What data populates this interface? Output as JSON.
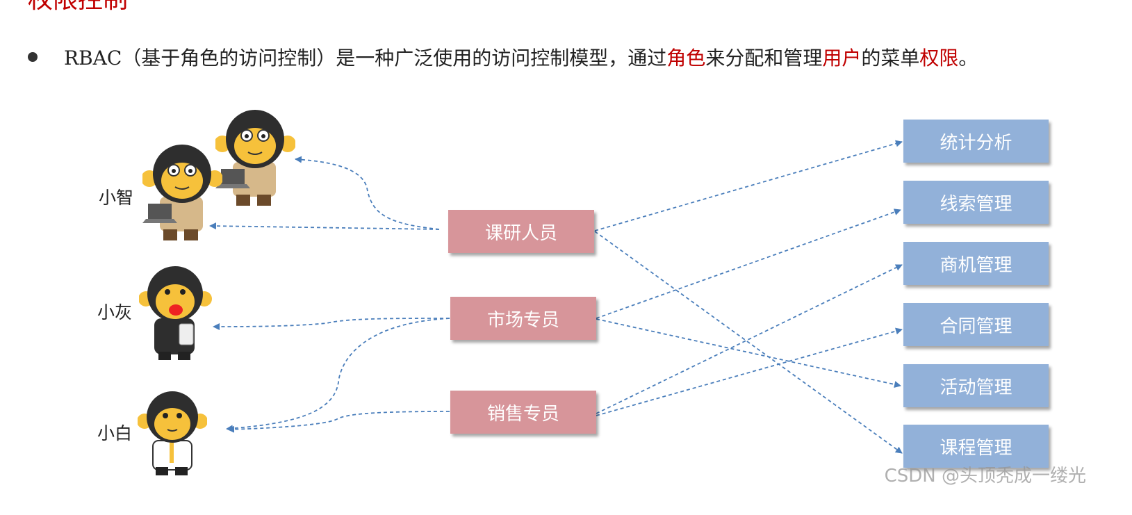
{
  "title": "权限控制",
  "intro": {
    "seg1": "RBAC（基于角色的访问控制）是一种广泛使用的访问控制模型，通过",
    "hl1": "角色",
    "seg2": "来分配和管理",
    "hl2": "用户",
    "seg3": "的菜单",
    "hl3": "权限",
    "seg4": "。"
  },
  "users": [
    {
      "name": "小智"
    },
    {
      "name": "小灰"
    },
    {
      "name": "小白"
    }
  ],
  "roles": [
    {
      "label": "课研人员"
    },
    {
      "label": "市场专员"
    },
    {
      "label": "销售专员"
    }
  ],
  "permissions": [
    {
      "label": "统计分析"
    },
    {
      "label": "线索管理"
    },
    {
      "label": "商机管理"
    },
    {
      "label": "合同管理"
    },
    {
      "label": "活动管理"
    },
    {
      "label": "课程管理"
    }
  ],
  "watermark": "CSDN @头顶秃成一缕光",
  "colors": {
    "title": "#c00000",
    "highlight": "#c00000",
    "role_box": "#d7959a",
    "permission_box": "#92b1d9",
    "arrow": "#4a7ebb"
  }
}
